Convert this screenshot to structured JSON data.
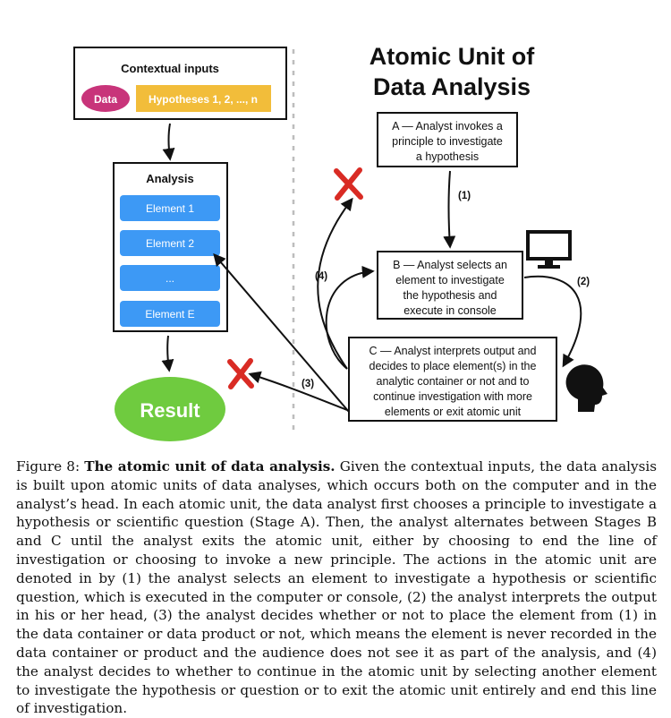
{
  "figure": {
    "title_line1": "Atomic Unit of",
    "title_line2": "Data Analysis",
    "contextual": {
      "title": "Contextual inputs",
      "data_label": "Data",
      "hypotheses_label": "Hypotheses 1, 2, ..., n"
    },
    "analysis": {
      "title": "Analysis",
      "elements": [
        "Element 1",
        "Element 2",
        "...",
        "Element E"
      ]
    },
    "result_label": "Result",
    "box_a": [
      "A — Analyst invokes a",
      "principle to investigate",
      "a hypothesis"
    ],
    "box_b": [
      "B — Analyst selects an",
      "element to investigate",
      "the hypothesis and",
      "execute in console"
    ],
    "box_c": [
      "C — Analyst interprets output and",
      "decides to place element(s) in the",
      "analytic container or not and to",
      "continue investigation with more",
      "elements or exit atomic unit"
    ],
    "arrow_labels": {
      "one": "(1)",
      "two": "(2)",
      "three": "(3)",
      "four": "(4)"
    },
    "colors": {
      "data_pill": "#c8347a",
      "hypotheses_box": "#f2bd3a",
      "element_button": "#3d99f5",
      "result_ellipse": "#6fcb3f",
      "x_mark": "#d92b24",
      "divider": "#bdbdbd"
    },
    "icons": [
      "computer-monitor-icon",
      "human-head-icon",
      "reject-x-icon"
    ]
  },
  "caption": {
    "label": "Figure 8:",
    "title": "The atomic unit of data analysis.",
    "body": "Given the contextual inputs, the data analysis is built upon atomic units of data analyses, which occurs both on the computer and in the analyst’s head. In each atomic unit, the data analyst first chooses a principle to investigate a hypothesis or scientific question (Stage A). Then, the analyst alternates between Stages B and C until the analyst exits the atomic unit, either by choosing to end the line of investigation or choosing to invoke a new principle. The actions in the atomic unit are denoted in by (1) the analyst selects an element to investigate a hypothesis or scientific question, which is executed in the computer or console, (2) the analyst interprets the output in his or her head, (3) the analyst decides whether or not to place the element from (1) in the data container or data product or not, which means the element is never recorded in the data container or product and the audience does not see it as part of the analysis, and (4) the analyst decides to whether to continue in the atomic unit by selecting another element to investigate the hypothesis or question or to exit the atomic unit entirely and end this line of investigation."
  }
}
